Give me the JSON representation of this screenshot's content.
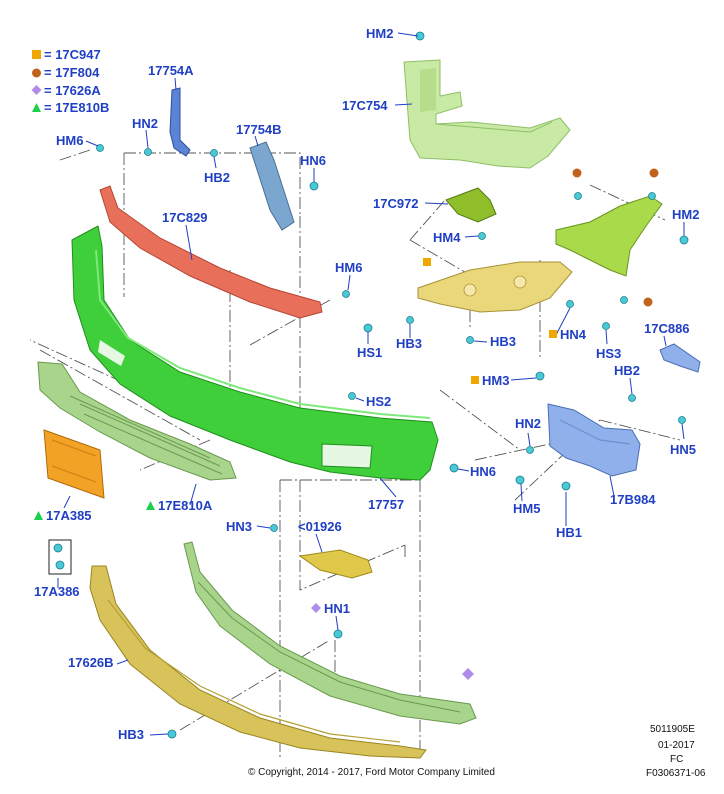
{
  "legend": [
    {
      "symbol": "square",
      "color": "#f0a800",
      "text": "= 17C947"
    },
    {
      "symbol": "circle",
      "color": "#c0621a",
      "text": "= 17F804"
    },
    {
      "symbol": "diamond",
      "color": "#b08ce8",
      "text": "= 17626A"
    },
    {
      "symbol": "triangle",
      "color": "#19d14a",
      "text": "= 17E810B"
    }
  ],
  "labels": {
    "hm2_top": "HM2",
    "c754": "17C754",
    "a754a": "17754A",
    "a754b": "17754B",
    "hm6_left": "HM6",
    "hn2_top": "HN2",
    "hb2_left": "HB2",
    "hn6_top": "HN6",
    "c829": "17C829",
    "c972": "17C972",
    "hm4": "HM4",
    "hm2_right": "HM2",
    "hm6_mid": "HM6",
    "hs1": "HS1",
    "hb3_a": "HB3",
    "hb3_b": "HB3",
    "hn4": "HN4",
    "hs3": "HS3",
    "c886": "17C886",
    "hm3": "HM3",
    "hb2_right": "HB2",
    "hs2": "HS2",
    "hn2_right": "HN2",
    "hn5_right": "HN5",
    "hn6_low": "HN6",
    "p17757": "17757",
    "hm5": "HM5",
    "b984": "17B984",
    "a385": "17A385",
    "e810a": "17E810A",
    "hb1": "HB1",
    "hn3": "HN3",
    "p01926": "<01926",
    "a386": "17A386",
    "hn1": "HN1",
    "p626b": "17626B",
    "hb3_low": "HB3"
  },
  "footer": {
    "copyright": "© Copyright, 2014 - 2017, Ford Motor Company Limited",
    "code1": "5011905E",
    "code2": "01-2017",
    "code3": "FC",
    "code4": "F0306371-06"
  },
  "colors": {
    "label_blue": "#1f3fc4",
    "bumper_green": "#3fcf3a",
    "reinforcement_red": "#e8705a",
    "bracket_lightgreen": "#c9eaa4",
    "bracket_yellow": "#ead77a",
    "bracket_blue": "#8fb0ea",
    "shield_gold": "#d8c35a",
    "plate_orange": "#f2a224",
    "fastener_cyan": "#49c9d6"
  }
}
